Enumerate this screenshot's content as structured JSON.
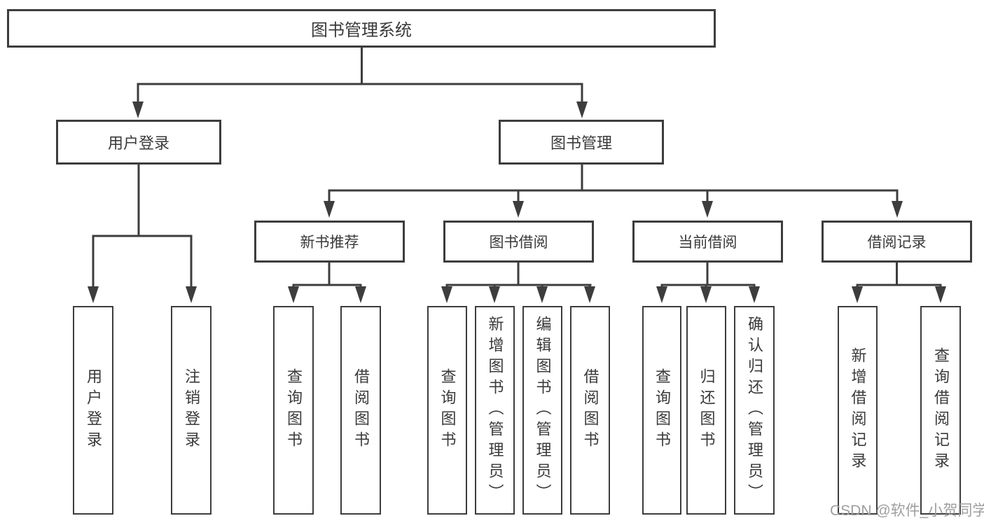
{
  "diagram": {
    "root": {
      "label": "图书管理系统"
    },
    "level1": [
      {
        "label": "用户登录"
      },
      {
        "label": "图书管理"
      }
    ],
    "level2": [
      {
        "label": "新书推荐"
      },
      {
        "label": "图书借阅"
      },
      {
        "label": "当前借阅"
      },
      {
        "label": "借阅记录"
      }
    ],
    "leaves": {
      "user_login": [
        "用户登录",
        "注销登录"
      ],
      "new_book_recommend": [
        "查询图书",
        "借阅图书"
      ],
      "book_borrow": [
        "查询图书",
        "新增图书（管理员）",
        "编辑图书（管理员）",
        "借阅图书"
      ],
      "current_borrow": [
        "查询图书",
        "归还图书",
        "确认归还（管理员）"
      ],
      "borrow_records": [
        "新增借阅记录",
        "查询借阅记录"
      ]
    }
  },
  "watermark": {
    "text": "CSDN @软件_小贺同学"
  },
  "colors": {
    "line": "#3d3d3d",
    "text": "#3a3a3a",
    "watermark": "#9e9e9e",
    "background": "#ffffff"
  }
}
